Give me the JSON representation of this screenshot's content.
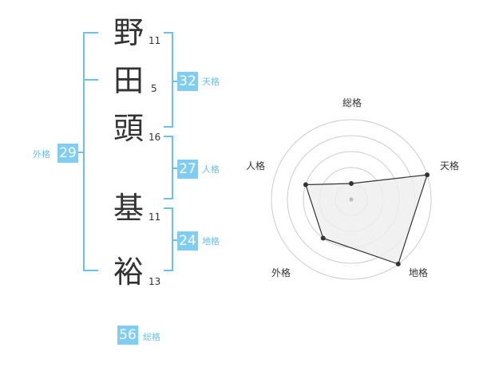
{
  "name": {
    "chars": [
      {
        "char": "野",
        "strokes": "11"
      },
      {
        "char": "田",
        "strokes": "5"
      },
      {
        "char": "頭",
        "strokes": "16"
      },
      {
        "char": "基",
        "strokes": "11"
      },
      {
        "char": "裕",
        "strokes": "13"
      }
    ]
  },
  "scores": {
    "tenkaku": {
      "value": "32",
      "label": "天格"
    },
    "jinkaku": {
      "value": "27",
      "label": "人格"
    },
    "chikaku": {
      "value": "24",
      "label": "地格"
    },
    "gaikaku": {
      "value": "29",
      "label": "外格"
    },
    "soukaku": {
      "value": "56",
      "label": "総格"
    }
  },
  "radar": {
    "axes": [
      "総格",
      "天格",
      "地格",
      "外格",
      "人格"
    ],
    "levels": 5,
    "values": [
      1,
      5,
      5,
      3,
      3
    ],
    "fill_color": "#eeeeee",
    "line_color": "#333333",
    "grid_color": "#cccccc"
  },
  "colors": {
    "badge": "#7fcdf3",
    "bracket": "#6cc0ea",
    "label": "#6cc0ea"
  }
}
